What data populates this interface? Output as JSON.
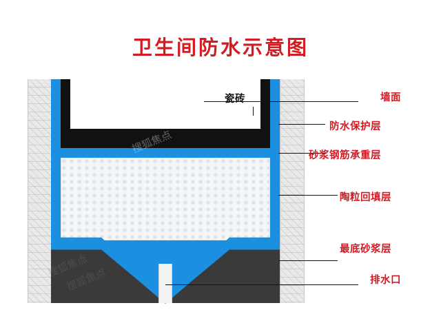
{
  "title": "卫生间防水示意图",
  "diagram": {
    "tile_label": "瓷砖",
    "labels": [
      {
        "id": "wall-surface",
        "text": "墙面"
      },
      {
        "id": "waterproof-layer",
        "text": "防水保护层"
      },
      {
        "id": "mortar-rebar",
        "text": "砂浆钢筋承重层"
      },
      {
        "id": "ceramsite-fill",
        "text": "陶粒回填层"
      },
      {
        "id": "bottom-mortar",
        "text": "最底砂浆层"
      },
      {
        "id": "drain-outlet",
        "text": "排水口"
      }
    ],
    "colors": {
      "title": "#d31b23",
      "label": "#d31b23",
      "waterproof_membrane": "#1b8fe0",
      "protective_layer": "#111111",
      "mortar_slab": "#3a3a3a",
      "wall_hatch": "#e9e9e9"
    }
  },
  "watermarks": [
    {
      "id": "wm-1",
      "text": "搜狐焦点"
    },
    {
      "id": "wm-2",
      "text": "搜狐焦点"
    },
    {
      "id": "wm-3",
      "text": "搜狐焦点"
    }
  ]
}
